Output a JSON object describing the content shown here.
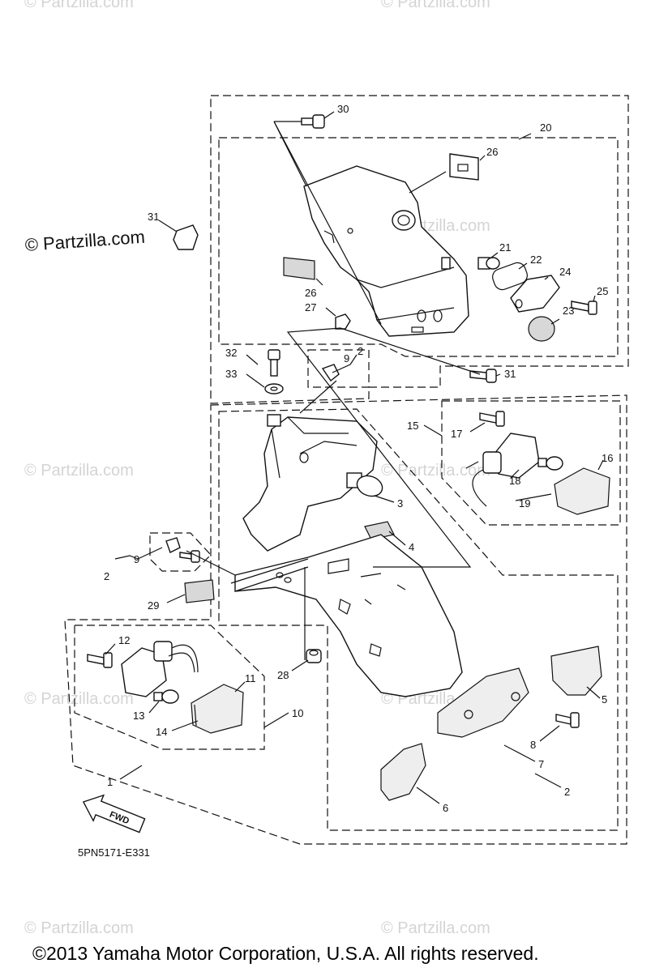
{
  "watermarks": {
    "text": "© Partzilla.com",
    "overlay_text": "© Partzilla.com"
  },
  "diagram_code": "5PN5171-E331",
  "copyright": "©2013 Yamaha Motor Corporation, U.S.A. All rights reserved.",
  "fwd_label": "FWD",
  "callouts": [
    "1",
    "2",
    "3",
    "4",
    "5",
    "6",
    "7",
    "8",
    "9",
    "10",
    "11",
    "12",
    "13",
    "14",
    "15",
    "16",
    "17",
    "18",
    "19",
    "20",
    "21",
    "22",
    "23",
    "24",
    "25",
    "26",
    "27",
    "28",
    "29",
    "30",
    "31",
    "32",
    "33"
  ],
  "extra_callouts": {
    "n2_b": "2",
    "n9_b": "9",
    "n26_b": "26",
    "n31_b": "31",
    "n2_c": "2"
  }
}
